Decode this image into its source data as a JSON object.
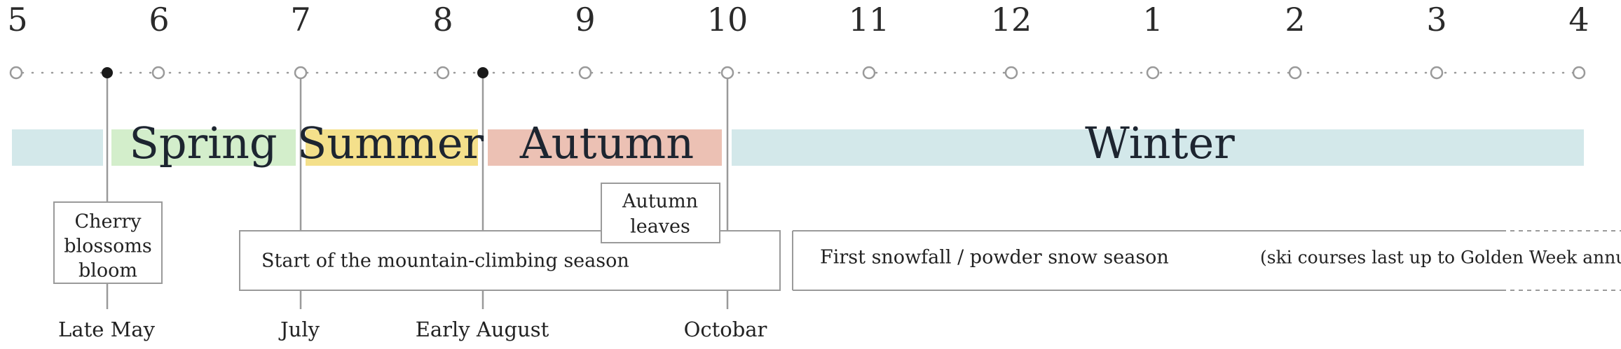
{
  "months": [
    "5",
    "6",
    "7",
    "8",
    "9",
    "10",
    "11",
    "12",
    "1",
    "2",
    "3",
    "4"
  ],
  "seasons": {
    "spring": {
      "label": "Spring",
      "color": "#d3eecb"
    },
    "summer": {
      "label": "Summer",
      "color": "#f4e08b"
    },
    "autumn": {
      "label": "Autumn",
      "color": "#ecc1b4"
    },
    "winter": {
      "label": "Winter",
      "color": "#d3e8ea"
    }
  },
  "events": {
    "cherry_blossoms": [
      "Cherry",
      "blossoms",
      "bloom"
    ],
    "autumn_leaves": [
      "Autumn",
      "leaves"
    ],
    "mountain_climbing": "Start of the mountain-climbing season",
    "snowfall": "First snowfall / powder snow season",
    "ski_note": "(ski courses last up to Golden Week annually)"
  },
  "date_labels": {
    "late_may": "Late May",
    "july": "July",
    "early_august": "Early August",
    "october": "Octobar"
  },
  "colors": {
    "line": "#9a9a9a",
    "dot": "#999999",
    "marker": "#1a1a1a"
  }
}
